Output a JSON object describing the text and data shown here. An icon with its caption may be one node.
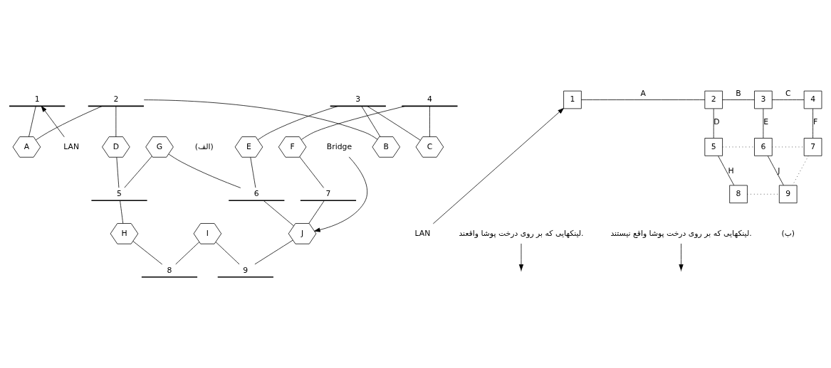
{
  "diagram": {
    "nodes": [
      {
        "text": [
          "LAN"
        ]
      },
      {
        "text": [
          "1"
        ]
      },
      {
        "text": [
          "2"
        ]
      },
      {
        "text": [
          "3"
        ]
      },
      {
        "text": [
          "4"
        ]
      },
      {
        "text": [
          "A"
        ]
      },
      {
        "text": [
          "B"
        ]
      },
      {
        "text": [
          "C"
        ]
      },
      {
        "text": [
          "D"
        ]
      },
      {
        "text": [
          "E"
        ]
      },
      {
        "text": [
          "F"
        ]
      },
      {
        "text": [
          "G"
        ]
      },
      {
        "text": [
          "5"
        ]
      },
      {
        "text": [
          "6"
        ]
      },
      {
        "text": [
          "7"
        ]
      },
      {
        "text": [
          "Bridge"
        ]
      },
      {
        "text": [
          "H"
        ]
      },
      {
        "text": [
          "I"
        ]
      },
      {
        "text": [
          "J"
        ]
      },
      {
        "text": [
          "8"
        ]
      },
      {
        "text": [
          "9"
        ]
      },
      {
        "text": [
          "1"
        ]
      },
      {
        "text": [
          "2"
        ]
      },
      {
        "text": [
          "3"
        ]
      },
      {
        "text": [
          "4"
        ]
      },
      {
        "text": [
          "LAN"
        ]
      },
      {
        "text": [
          "5"
        ]
      },
      {
        "text": [
          "6"
        ]
      },
      {
        "text": [
          "7"
        ]
      },
      {
        "text": [
          "لینکهایی که بر روی درخت پوشا واقعند."
        ]
      },
      {
        "text": [
          "8"
        ]
      },
      {
        "text": [
          "9"
        ]
      },
      {
        "text": [
          "لینکهایی که بر روی درخت پوشا واقع نیستند."
        ]
      }
    ],
    "edges": [
      {
        "from": 0,
        "to": 1,
        "arrow": "to"
      },
      {
        "from": 1,
        "to": 5,
        "arrow": "none"
      },
      {
        "from": 5,
        "to": 2,
        "arrow": "none"
      },
      {
        "from": 2,
        "to": 6,
        "arrow": "none"
      },
      {
        "from": 6,
        "to": 3,
        "arrow": "none"
      },
      {
        "from": 3,
        "to": 7,
        "arrow": "none"
      },
      {
        "from": 7,
        "to": 4,
        "arrow": "none"
      },
      {
        "from": 2,
        "to": 8,
        "arrow": "none"
      },
      {
        "from": 8,
        "to": 12,
        "arrow": "none"
      },
      {
        "from": 3,
        "to": 9,
        "arrow": "none"
      },
      {
        "from": 9,
        "to": 13,
        "arrow": "none"
      },
      {
        "from": 4,
        "to": 10,
        "arrow": "none"
      },
      {
        "from": 10,
        "to": 14,
        "arrow": "none"
      },
      {
        "from": 12,
        "to": 11,
        "arrow": "none"
      },
      {
        "from": 11,
        "to": 13,
        "arrow": "none"
      },
      {
        "from": 12,
        "to": 16,
        "arrow": "none"
      },
      {
        "from": 16,
        "to": 19,
        "arrow": "none"
      },
      {
        "from": 19,
        "to": 17,
        "arrow": "none"
      },
      {
        "from": 17,
        "to": 20,
        "arrow": "none"
      },
      {
        "from": 13,
        "to": 18,
        "arrow": "none"
      },
      {
        "from": 14,
        "to": 18,
        "arrow": "none"
      },
      {
        "from": 18,
        "to": 20,
        "arrow": "none"
      },
      {
        "from": 15,
        "to": 18,
        "arrow": "to"
      },
      {
        "from": 21,
        "to": 22,
        "arrow": "none",
        "label": "A"
      },
      {
        "from": 22,
        "to": 23,
        "arrow": "none",
        "label": "B"
      },
      {
        "from": 23,
        "to": 24,
        "arrow": "none",
        "label": "C"
      },
      {
        "from": 25,
        "to": 21,
        "arrow": "to"
      },
      {
        "from": 22,
        "to": 26,
        "arrow": "none",
        "label": "D"
      },
      {
        "from": 23,
        "to": 27,
        "arrow": "none",
        "label": "E"
      },
      {
        "from": 24,
        "to": 28,
        "arrow": "none",
        "label": "F"
      },
      {
        "from": 26,
        "to": 27,
        "arrow": "none",
        "style": "dashed"
      },
      {
        "from": 27,
        "to": 28,
        "arrow": "none",
        "style": "dashed"
      },
      {
        "from": 26,
        "to": 30,
        "arrow": "none",
        "label": "H"
      },
      {
        "from": 27,
        "to": 31,
        "arrow": "none",
        "label": "J"
      },
      {
        "from": 28,
        "to": 31,
        "arrow": "none",
        "style": "dashed"
      },
      {
        "from": 30,
        "to": 31,
        "arrow": "none",
        "style": "dashed"
      },
      {
        "from": 29,
        "to": null,
        "arrow": "to"
      },
      {
        "from": 32,
        "to": null,
        "arrow": "to"
      }
    ],
    "labels": [
      "(الف)",
      "(ب)"
    ]
  }
}
